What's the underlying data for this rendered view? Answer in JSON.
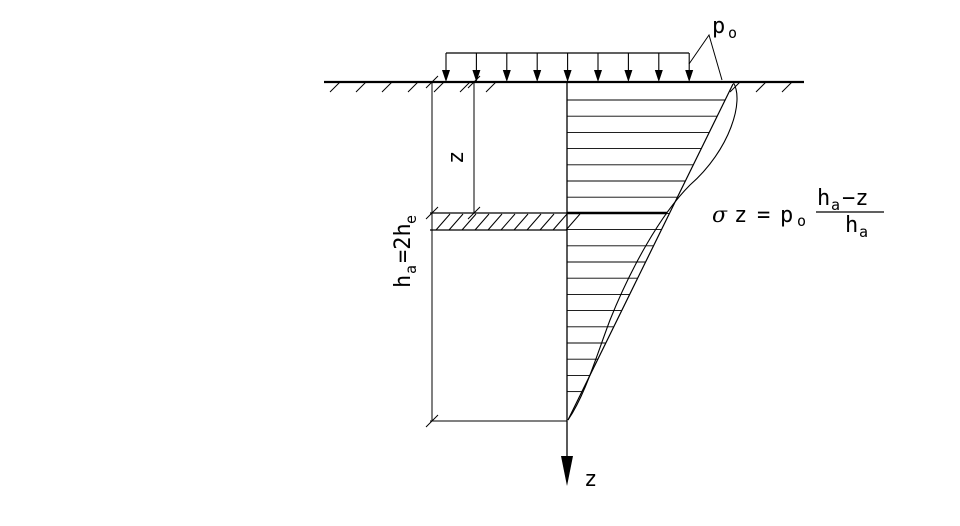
{
  "labels": {
    "load_main": "p",
    "load_sub": "o",
    "depth_z": "z",
    "axis_z": "z",
    "height_h": "h",
    "height_sub_a": "a",
    "height_mid": "=2h",
    "height_sub_e": "e",
    "formula_sigma": "σ",
    "formula_z": "z",
    "formula_eq": "=",
    "formula_p": "p",
    "formula_p_sub": "o",
    "formula_num_h": "h",
    "formula_num_sub": "a",
    "formula_num_rest": "−z",
    "formula_den_h": "h",
    "formula_den_sub": "a"
  },
  "colors": {
    "ink": "#000000",
    "background": "#ffffff"
  }
}
